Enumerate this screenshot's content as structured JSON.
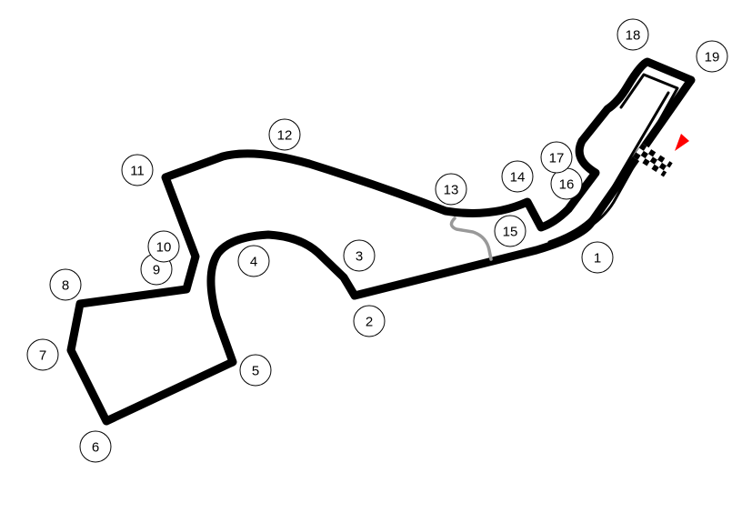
{
  "turns": [
    {
      "label": "1"
    },
    {
      "label": "2"
    },
    {
      "label": "3"
    },
    {
      "label": "4"
    },
    {
      "label": "5"
    },
    {
      "label": "6"
    },
    {
      "label": "7"
    },
    {
      "label": "8"
    },
    {
      "label": "9"
    },
    {
      "label": "10"
    },
    {
      "label": "11"
    },
    {
      "label": "12"
    },
    {
      "label": "13"
    },
    {
      "label": "14"
    },
    {
      "label": "15"
    },
    {
      "label": "16"
    },
    {
      "label": "17"
    },
    {
      "label": "18"
    },
    {
      "label": "19"
    }
  ],
  "colors": {
    "track": "#000000",
    "pit_lane_alt": "#999999",
    "direction_flag": "#ff0000",
    "background": "#ffffff"
  },
  "icons": {
    "finish_line": "checkered-flag-icon",
    "direction": "direction-arrow-icon"
  }
}
